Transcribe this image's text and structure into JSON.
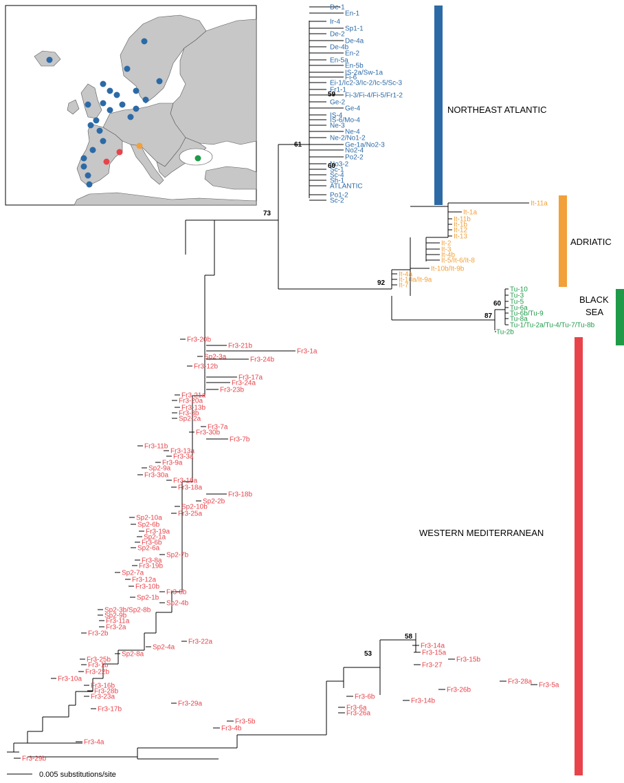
{
  "colors": {
    "northeast_atlantic": "#2c6aa6",
    "adriatic": "#f2a03a",
    "black_sea": "#1f9a48",
    "western_mediterranean": "#e8434a",
    "land": "#c7c7c7"
  },
  "groups": {
    "northeast_atlantic": "NORTHEAST ATLANTIC",
    "adriatic": "ADRIATIC",
    "black_sea_line1": "BLACK",
    "black_sea_line2": "SEA",
    "western_mediterranean": "WESTERN MEDITERRANEAN"
  },
  "bootstrap": {
    "b73": "73",
    "b61": "61",
    "b59": "59",
    "b60a": "60",
    "b92": "92",
    "b87": "87",
    "b60b": "60",
    "b53": "53",
    "b58": "58"
  },
  "scale": {
    "label": "0.005 substitutions/site"
  },
  "taxa": {
    "atl": [
      "De-1",
      "En-1",
      "Ir-4",
      "Sp1-1",
      "De-2",
      "De-4a",
      "De-4b",
      "En-2",
      "En-5a",
      "En-5b",
      "IS-2a/Sw-1a",
      "Fi-6",
      "Ei-1/Ic2-3/Ic-2/Ic-5/Sc-3",
      "Fr1-1",
      "Fi-3/Fi-4/Fi-5/Fr1-2",
      "Ge-2",
      "Ge-4",
      "IS-4",
      "IS-6/Mo-4",
      "Ne-3",
      "Ne-4",
      "Ne-2/No1-2",
      "Ge-1a/No2-3",
      "No2-4",
      "Po2-2",
      "No3-2",
      "Sc-1",
      "Sc-4",
      "Sh-1",
      "ATLANTIC",
      "Po1-2",
      "Sc-2"
    ],
    "adr": [
      "It-11a",
      "It-1a",
      "It-11b",
      "It-1b",
      "It-12",
      "It-13",
      "It-2",
      "It-3",
      "It-4b",
      "It-5/It-6/It-8",
      "It-10b/It-9b",
      "It-4a",
      "It-10a/It-9a",
      "It-7"
    ],
    "bs": [
      "Tu-10",
      "Tu-3",
      "Tu-5",
      "Tu-6a",
      "Tu-6b/Tu-9",
      "Tu-8a",
      "Tu-1/Tu-2a/Tu-4/Tu-7/Tu-8b",
      "Tu-2b"
    ],
    "med": [
      "Fr3-20b",
      "Fr3-21b",
      "Fr3-1a",
      "Sp2-3a",
      "Fr3-24b",
      "Fr3-12b",
      "Fr3-17a",
      "Fr3-24a",
      "Fr3-23b",
      "Fr3-21a",
      "Fr3-20a",
      "Fr3-13b",
      "Fr3-3b",
      "Sp2-2a",
      "Fr3-7a",
      "Fr3-30b",
      "Fr3-7b",
      "Fr3-11b",
      "Fr3-13a",
      "Fr3-3a",
      "Fr3-9a",
      "Sp2-9a",
      "Fr3-30a",
      "Fr3-16a",
      "Fr3-18a",
      "Fr3-18b",
      "Sp2-2b",
      "Sp2-10b",
      "Fr3-25a",
      "Sp2-10a",
      "Sp2-6b",
      "Fr3-19a",
      "Sp2-1a",
      "Fr3-6b",
      "Sp2-6a",
      "Sp2-7b",
      "Fr3-8a",
      "Fr3-19b",
      "Sp2-7a",
      "Fr3-12a",
      "Fr3-10b",
      "Fr3-8b",
      "Sp2-1b",
      "Sp2-4b",
      "Sp2-3b/Sp2-8b",
      "Sp2-9b",
      "Fr3-11a",
      "Fr3-2a",
      "Fr3-2b",
      "Fr3-22a",
      "Sp2-4a",
      "Sp2-8a",
      "Fr3-25b",
      "Fr3-1b",
      "Fr3-22b",
      "Fr3-10a",
      "Fr3-16b",
      "Fr3-28b",
      "Fr3-23a",
      "Fr3-29a",
      "Fr3-17b",
      "Fr3-14a",
      "Fr3-15a",
      "Fr3-15b",
      "Fr3-27",
      "Fr3-28a",
      "Fr3-5a",
      "Fr3-26b",
      "Fr3-6b",
      "Fr3-14b",
      "Fr3-6a",
      "Fr3-26a",
      "Fr3-5b",
      "Fr3-4b",
      "Fr3-4a",
      "Fr3-29b"
    ]
  }
}
